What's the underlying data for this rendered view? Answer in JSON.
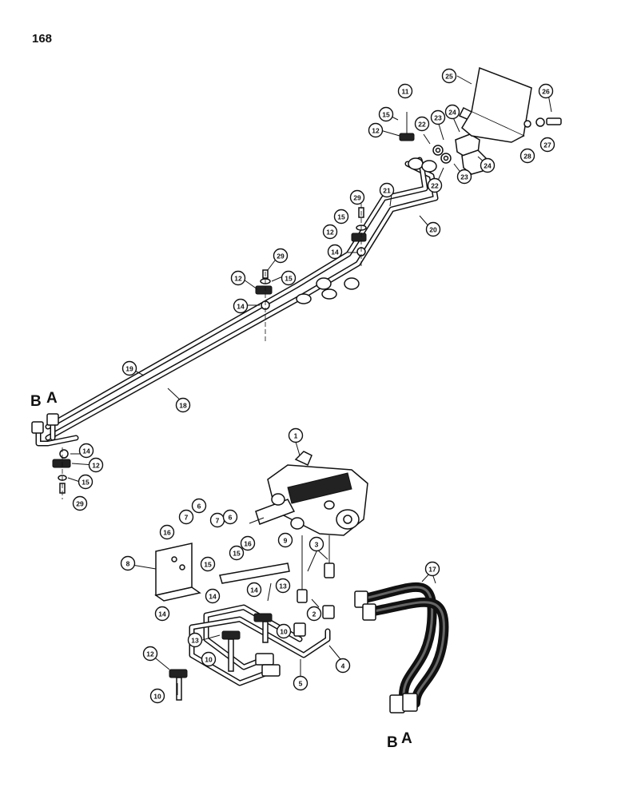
{
  "page": {
    "number": "168"
  },
  "ports": {
    "b_upper": "B",
    "a_upper": "A",
    "b_lower": "B",
    "a_lower": "A"
  },
  "callouts": [
    {
      "id": "c25",
      "label": "25"
    },
    {
      "id": "c26",
      "label": "26"
    },
    {
      "id": "c27",
      "label": "27"
    },
    {
      "id": "c28",
      "label": "28"
    },
    {
      "id": "c11",
      "label": "11"
    },
    {
      "id": "c15a",
      "label": "15"
    },
    {
      "id": "c12a",
      "label": "12"
    },
    {
      "id": "c22a",
      "label": "22"
    },
    {
      "id": "c23a",
      "label": "23"
    },
    {
      "id": "c24a",
      "label": "24"
    },
    {
      "id": "c24b",
      "label": "24"
    },
    {
      "id": "c23b",
      "label": "23"
    },
    {
      "id": "c22b",
      "label": "22"
    },
    {
      "id": "c21",
      "label": "21"
    },
    {
      "id": "c20",
      "label": "20"
    },
    {
      "id": "c29a",
      "label": "29"
    },
    {
      "id": "c15b",
      "label": "15"
    },
    {
      "id": "c12b",
      "label": "12"
    },
    {
      "id": "c14a",
      "label": "14"
    },
    {
      "id": "c29b",
      "label": "29"
    },
    {
      "id": "c12c",
      "label": "12"
    },
    {
      "id": "c15c",
      "label": "15"
    },
    {
      "id": "c14b",
      "label": "14"
    },
    {
      "id": "c19",
      "label": "19"
    },
    {
      "id": "c18",
      "label": "18"
    },
    {
      "id": "c14c",
      "label": "14"
    },
    {
      "id": "c12d",
      "label": "12"
    },
    {
      "id": "c15d",
      "label": "15"
    },
    {
      "id": "c29c",
      "label": "29"
    },
    {
      "id": "c1",
      "label": "1"
    },
    {
      "id": "c7a",
      "label": "7"
    },
    {
      "id": "c6a",
      "label": "6"
    },
    {
      "id": "c7b",
      "label": "7"
    },
    {
      "id": "c6b",
      "label": "6"
    },
    {
      "id": "c16a",
      "label": "16"
    },
    {
      "id": "c15e",
      "label": "15"
    },
    {
      "id": "c8",
      "label": "8"
    },
    {
      "id": "c16b",
      "label": "16"
    },
    {
      "id": "c9",
      "label": "9"
    },
    {
      "id": "c15f",
      "label": "15"
    },
    {
      "id": "c3",
      "label": "3"
    },
    {
      "id": "c17",
      "label": "17"
    },
    {
      "id": "c14d",
      "label": "14"
    },
    {
      "id": "c14e",
      "label": "14"
    },
    {
      "id": "c13a",
      "label": "13"
    },
    {
      "id": "c14f",
      "label": "14"
    },
    {
      "id": "c2",
      "label": "2"
    },
    {
      "id": "c10a",
      "label": "10"
    },
    {
      "id": "c13b",
      "label": "13"
    },
    {
      "id": "c4",
      "label": "4"
    },
    {
      "id": "c10b",
      "label": "10"
    },
    {
      "id": "c12e",
      "label": "12"
    },
    {
      "id": "c5",
      "label": "5"
    },
    {
      "id": "c10c",
      "label": "10"
    }
  ]
}
